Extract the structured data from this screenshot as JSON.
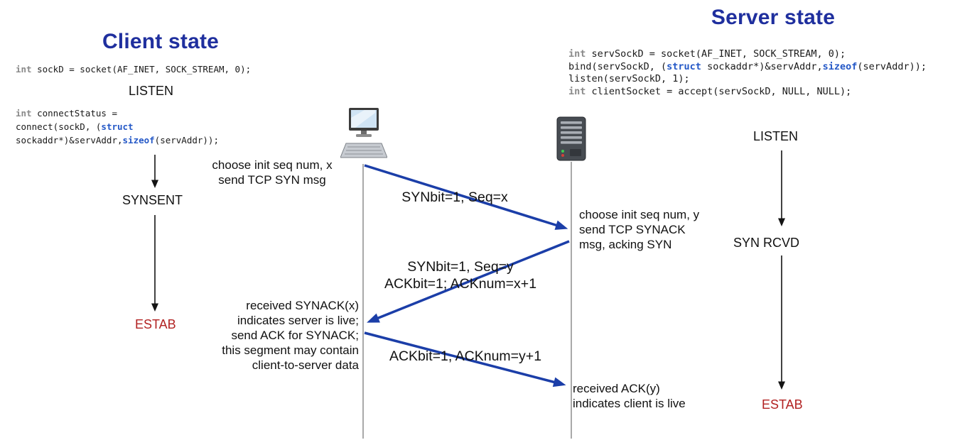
{
  "colors": {
    "title_blue": "#1f2f9e",
    "message_arrow_blue": "#1b3ea8",
    "estab_red": "#b22222",
    "code_keyword_blue": "#2458c7",
    "code_int_gray": "#8a8a8a",
    "lifeline_gray": "#a9a9a9"
  },
  "client": {
    "title": "Client state",
    "code_socket": {
      "kw_int": "int",
      "rest": " sockD = socket(AF_INET, SOCK_STREAM, 0);"
    },
    "state_listen": "LISTEN",
    "code_connect": {
      "kw_int": "int",
      "p1": " connectStatus =\nconnect(sockD, (",
      "kw_struct": "struct",
      "p2": "\nsockaddr*)&servAddr,",
      "kw_sizeof": "sizeof",
      "p3": "(servAddr));"
    },
    "state_synsent": "SYNSENT",
    "state_estab": "ESTAB"
  },
  "server": {
    "title": "Server state",
    "code_setup": {
      "kw_int1": "int",
      "p1": " servSockD = socket(AF_INET, SOCK_STREAM, 0);\nbind(servSockD, (",
      "kw_struct": "struct",
      "p2": " sockaddr*)&servAddr,",
      "kw_sizeof": "sizeof",
      "p3": "(servAddr));\nlisten(servSockD, 1);\n",
      "kw_int2": "int",
      "p4": " clientSocket = accept(servSockD, NULL, NULL);"
    },
    "state_listen": "LISTEN",
    "state_synrcvd": "SYN RCVD",
    "state_estab": "ESTAB"
  },
  "annotations": {
    "client_syn": "choose init seq num, x\nsend TCP SYN msg",
    "server_synack": "choose init seq num, y\nsend TCP SYNACK\nmsg, acking SYN",
    "client_ack": "received SYNACK(x)\nindicates server is live;\nsend ACK for SYNACK;\nthis segment may contain\nclient-to-server data",
    "server_ack": "received ACK(y)\nindicates client is live"
  },
  "messages": {
    "syn": "SYNbit=1, Seq=x",
    "synack": "SYNbit=1, Seq=y\nACKbit=1; ACKnum=x+1",
    "ack": "ACKbit=1, ACKnum=y+1"
  }
}
